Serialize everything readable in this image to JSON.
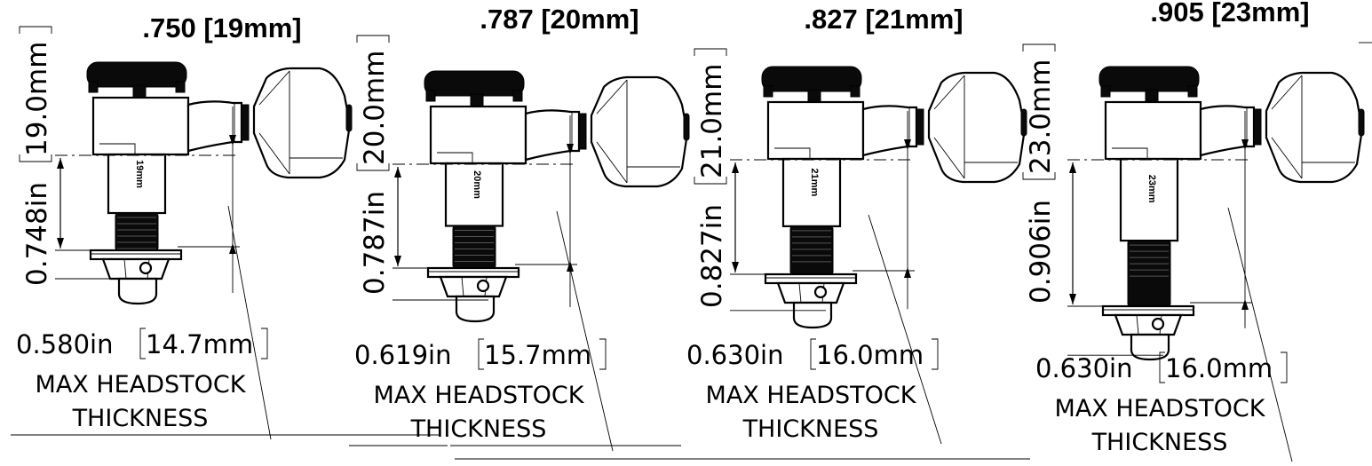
{
  "variants": [
    {
      "title": ".750 [19mm]",
      "height_in": "0.748in",
      "height_mm": "19.0mm",
      "stamp": "19mm",
      "thickness_in": "0.580in",
      "thickness_mm": "14.7mm",
      "caption_line1": "MAX HEADSTOCK",
      "caption_line2": "THICKNESS"
    },
    {
      "title": ".787 [20mm]",
      "height_in": "0.787in",
      "height_mm": "20.0mm",
      "stamp": "20mm",
      "thickness_in": "0.619in",
      "thickness_mm": "15.7mm",
      "caption_line1": "MAX HEADSTOCK",
      "caption_line2": "THICKNESS"
    },
    {
      "title": ".827 [21mm]",
      "height_in": "0.827in",
      "height_mm": "21.0mm",
      "stamp": "21mm",
      "thickness_in": "0.630in",
      "thickness_mm": "16.0mm",
      "caption_line1": "MAX HEADSTOCK",
      "caption_line2": "THICKNESS"
    },
    {
      "title": ".905 [23mm]",
      "height_in": "0.906in",
      "height_mm": "23.0mm",
      "stamp": "23mm",
      "thickness_in": "0.630in",
      "thickness_mm": "16.0mm",
      "caption_line1": "MAX HEADSTOCK",
      "caption_line2": "THICKNESS"
    }
  ]
}
